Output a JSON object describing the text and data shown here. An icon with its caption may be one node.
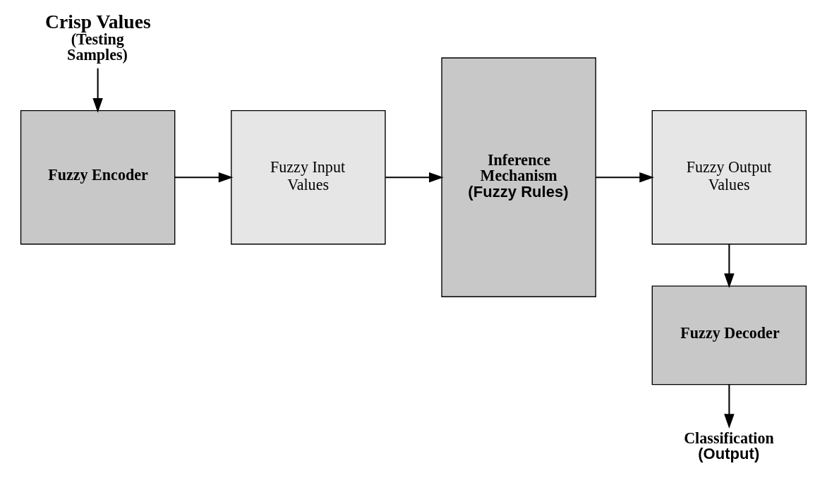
{
  "diagram": {
    "nodes": [
      {
        "text": [
          "Crisp Values",
          "(Testing Samples)"
        ]
      },
      {
        "text": [
          "Fuzzy Encoder"
        ]
      },
      {
        "text": [
          "Fuzzy Input Values"
        ]
      },
      {
        "text": [
          "Inference Mechanism",
          "(Fuzzy Rules)"
        ]
      },
      {
        "text": [
          "Fuzzy Output Values"
        ]
      },
      {
        "text": [
          "Fuzzy Decoder"
        ]
      },
      {
        "text": [
          "Classification",
          "(Output)"
        ]
      }
    ],
    "edges": [
      {
        "from": 0,
        "to": 1,
        "arrow": "to"
      },
      {
        "from": 1,
        "to": 2,
        "arrow": "to"
      },
      {
        "from": 2,
        "to": 3,
        "arrow": "to"
      },
      {
        "from": 3,
        "to": 4,
        "arrow": "to"
      },
      {
        "from": 4,
        "to": 5,
        "arrow": "to"
      },
      {
        "from": 5,
        "to": 6,
        "arrow": "to"
      }
    ]
  }
}
